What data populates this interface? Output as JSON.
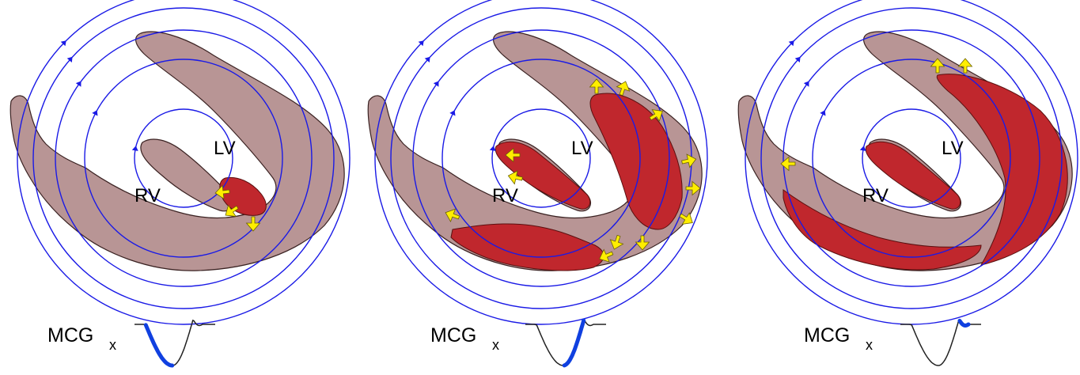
{
  "colors": {
    "tissue": "#b89595",
    "tissue_outline": "#3a2222",
    "depolarized": "#c0272d",
    "field_lines": "#1a1ae6",
    "arrows": "#ffee00",
    "arrow_outline": "#6b6100",
    "trace": "#222222",
    "trace_highlight": "#1040e0"
  },
  "panels": [
    {
      "labels": {
        "lv": "LV",
        "rv": "RV"
      },
      "mcg": {
        "main": "MCG",
        "sub": "x"
      },
      "stage": "early",
      "trace_highlight": [
        0.08,
        0.42
      ]
    },
    {
      "labels": {
        "lv": "LV",
        "rv": "RV"
      },
      "mcg": {
        "main": "MCG",
        "sub": "x"
      },
      "stage": "mid",
      "trace_highlight": [
        0.42,
        0.72
      ]
    },
    {
      "labels": {
        "lv": "LV",
        "rv": "RV"
      },
      "mcg": {
        "main": "MCG",
        "sub": "x"
      },
      "stage": "late",
      "trace_highlight": [
        0.72,
        0.9
      ]
    }
  ]
}
